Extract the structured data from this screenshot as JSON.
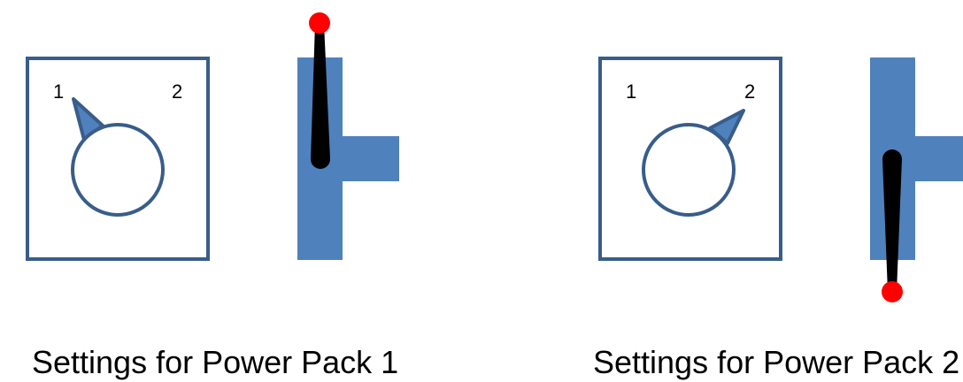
{
  "colors": {
    "outline": "#385d8a",
    "pointer_fill": "#4f81bd",
    "track_fill": "#4f81bd",
    "lever": "#000000",
    "lever_tip": "#ff0000"
  },
  "panels": [
    {
      "dial": {
        "label_1": "1",
        "label_2": "2",
        "selected": "1"
      },
      "switch": {
        "lever_position": "up",
        "tip_marker": "red-dot"
      },
      "caption": "Settings for Power Pack 1"
    },
    {
      "dial": {
        "label_1": "1",
        "label_2": "2",
        "selected": "2"
      },
      "switch": {
        "lever_position": "down",
        "tip_marker": "red-dot"
      },
      "caption": "Settings for Power Pack 2"
    }
  ]
}
